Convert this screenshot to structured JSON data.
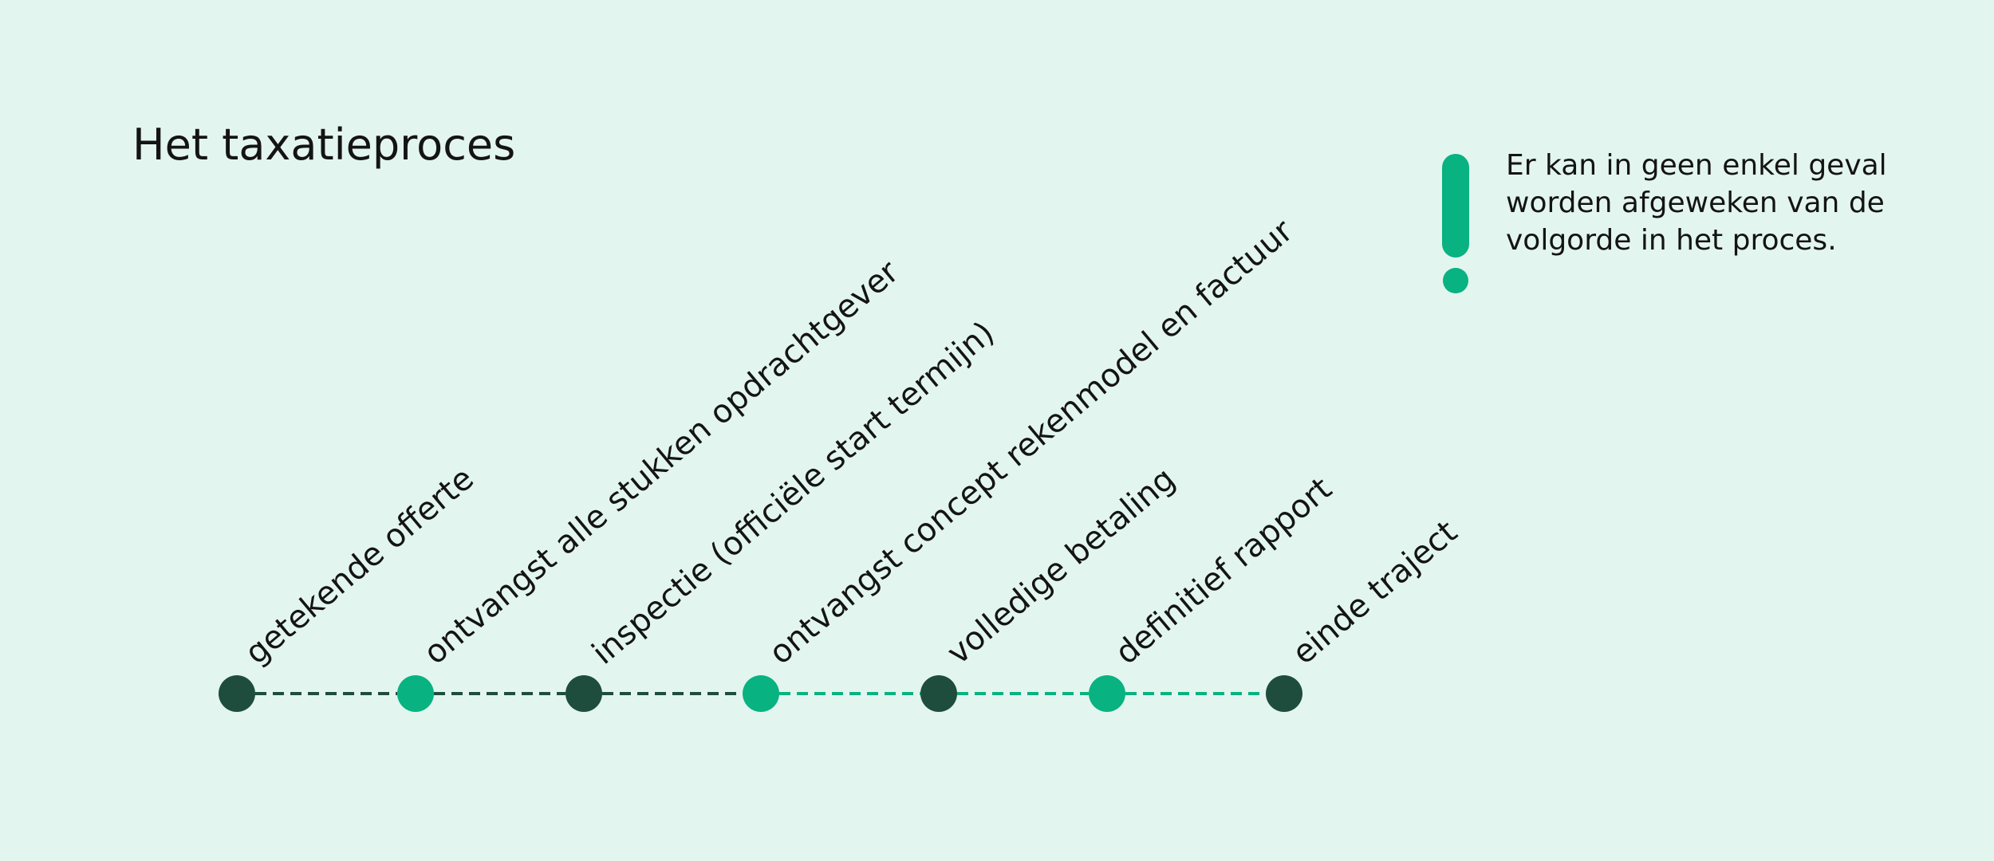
{
  "title": "Het taxatieproces",
  "colors": {
    "background": "#e3f5ef",
    "dark_green": "#1e4d3e",
    "accent_green": "#08b281",
    "text": "#141414"
  },
  "steps": [
    {
      "label": "getekende offerte",
      "color": "dark"
    },
    {
      "label": "ontvangst alle stukken opdrachtgever",
      "color": "accent"
    },
    {
      "label": "inspectie (officiële start termijn)",
      "color": "dark"
    },
    {
      "label": "ontvangst concept rekenmodel en factuur",
      "color": "accent"
    },
    {
      "label": "volledige betaling",
      "color": "dark"
    },
    {
      "label": "definitief rapport",
      "color": "accent"
    },
    {
      "label": "einde traject",
      "color": "dark"
    }
  ],
  "connectors": [
    "dark",
    "dark",
    "dark",
    "accent",
    "accent",
    "accent"
  ],
  "notice": {
    "icon": "exclamation-icon",
    "text": "Er kan in geen enkel geval worden afgeweken van de volgorde in het proces."
  }
}
